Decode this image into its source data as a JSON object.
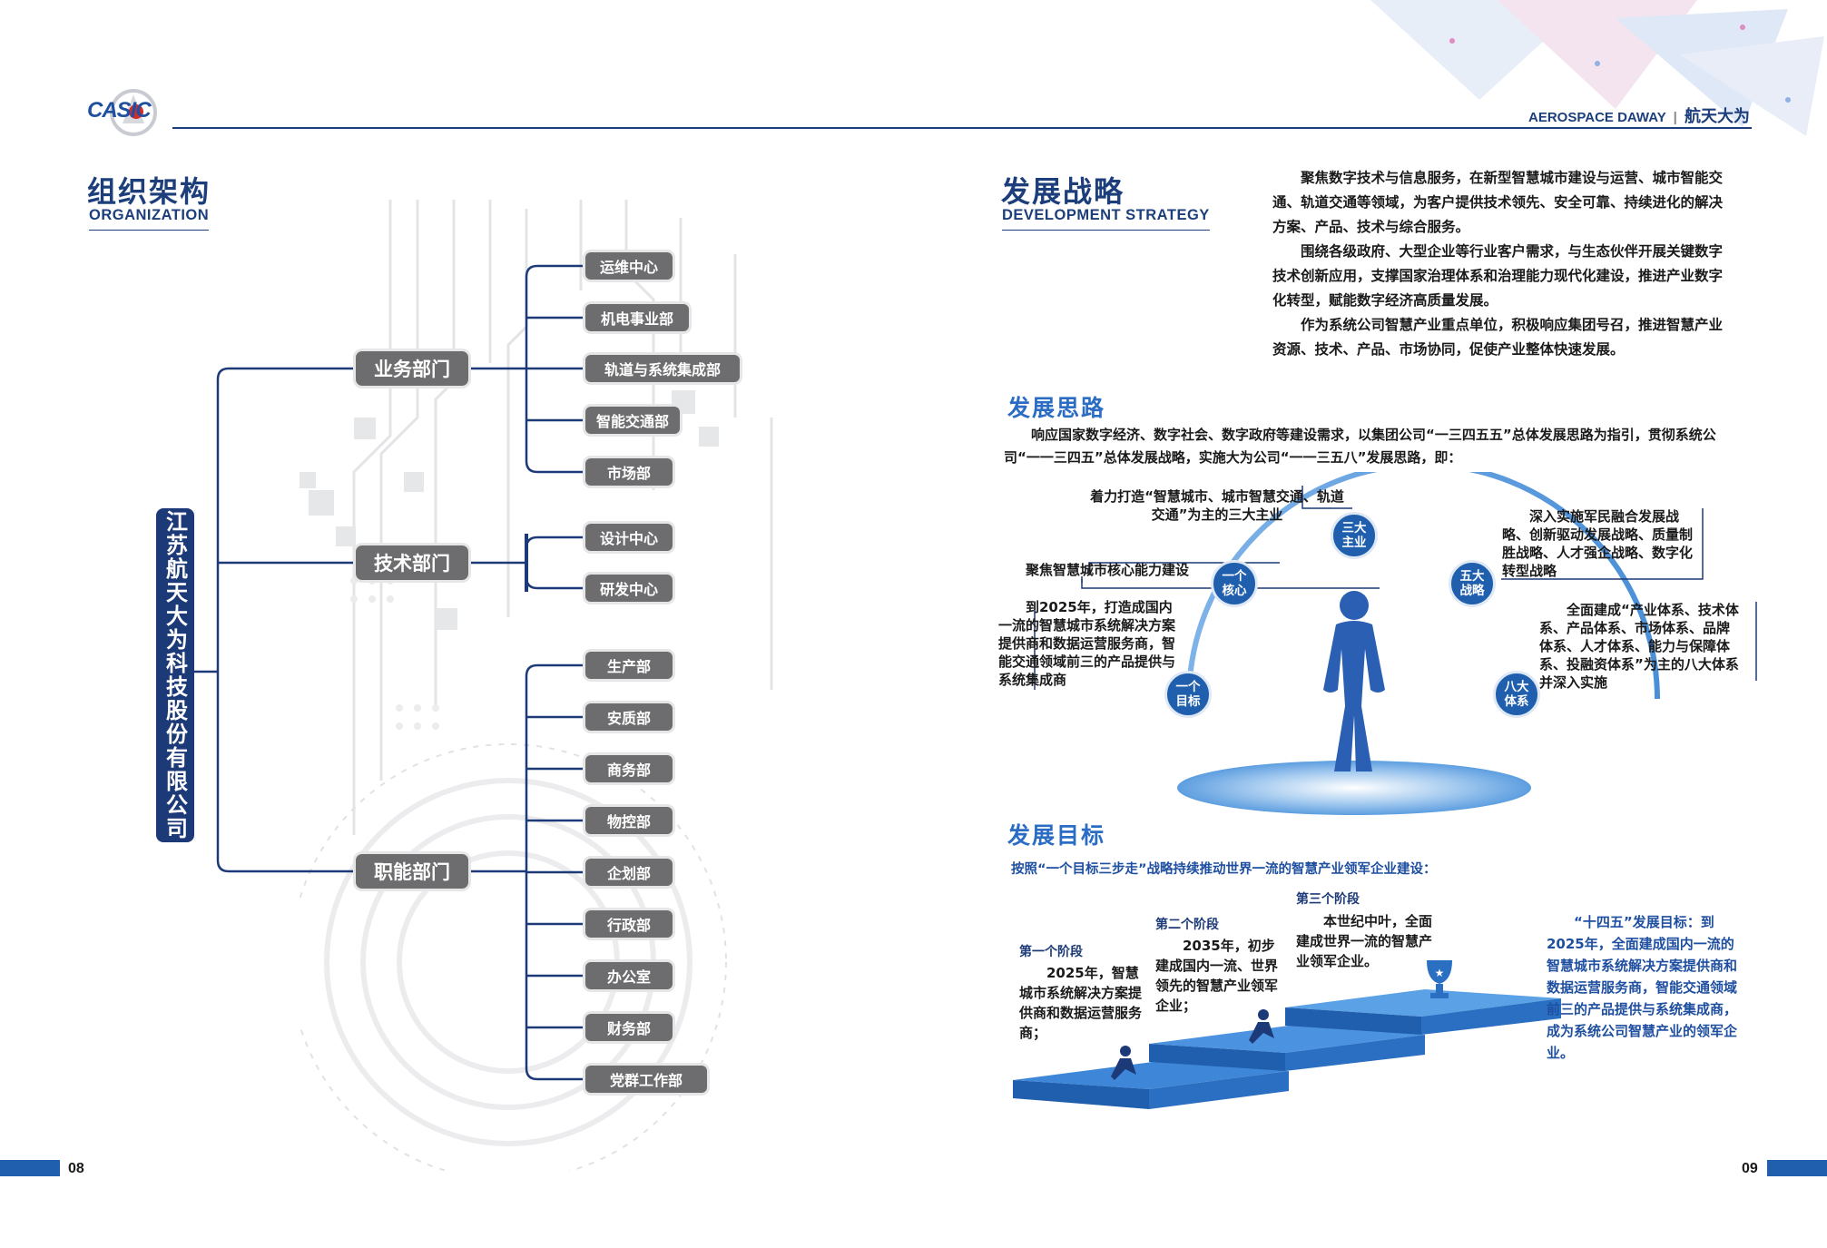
{
  "header": {
    "logo_text": "CASIC",
    "brand_en": "AEROSPACE DAWAY",
    "brand_cn": "航天大为"
  },
  "organization": {
    "title_cn": "组织架构",
    "title_en": "ORGANIZATION",
    "company": "江苏航天大为科技股份有限公司",
    "departments": [
      {
        "label": "业务部门",
        "children": [
          "运维中心",
          "机电事业部",
          "轨道与系统集成部",
          "智能交通部",
          "市场部"
        ]
      },
      {
        "label": "技术部门",
        "children": [
          "设计中心",
          "研发中心"
        ]
      },
      {
        "label": "职能部门",
        "children": [
          "生产部",
          "安质部",
          "商务部",
          "物控部",
          "企划部",
          "行政部",
          "办公室",
          "财务部",
          "党群工作部"
        ]
      }
    ]
  },
  "strategy": {
    "title_cn": "发展战略",
    "title_en": "DEVELOPMENT STRATEGY",
    "paragraphs": [
      "聚焦数字技术与信息服务，在新型智慧城市建设与运营、城市智能交通、轨道交通等领域，为客户提供技术领先、安全可靠、持续进化的解决方案、产品、技术与综合服务。",
      "围绕各级政府、大型企业等行业客户需求，与生态伙伴开展关键数字技术创新应用，支撑国家治理体系和治理能力现代化建设，推进产业数字化转型，赋能数字经济高质量发展。",
      "作为系统公司智慧产业重点单位，积极响应集团号召，推进智慧产业资源、技术、产品、市场协同，促使产业整体快速发展。"
    ]
  },
  "approach": {
    "title": "发展思路",
    "intro": "响应国家数字经济、数字社会、数字政府等建设需求，以集团公司“一三四五五”总体发展思路为指引，贯彻系统公司“一一三四五”总体发展战略，实施大为公司“一一三五八”发展思路，即：",
    "nodes": [
      {
        "label": "一个\n目标",
        "text": "到2025年，打造成国内一流的智慧城市系统解决方案提供商和数据运营服务商，智能交通领域前三的产品提供与系统集成商"
      },
      {
        "label": "一个\n核心",
        "text": "聚焦智慧城市核心能力建设"
      },
      {
        "label": "三大\n主业",
        "text": "着力打造“智慧城市、城市智慧交通、轨道交通”为主的三大主业"
      },
      {
        "label": "五大\n战略",
        "text": "深入实施军民融合发展战略、创新驱动发展战略、质量制胜战略、人才强企战略、数字化转型战略"
      },
      {
        "label": "八大\n体系",
        "text": "全面建成“产业体系、技术体系、产品体系、市场体系、品牌体系、人才体系、能力与保障体系、投融资体系”为主的八大体系并深入实施"
      }
    ]
  },
  "goals": {
    "title": "发展目标",
    "intro": "按照“一个目标三步走”战略持续推动世界一流的智慧产业领军企业建设：",
    "stages": [
      {
        "title": "第一个阶段",
        "text": "2025年，智慧城市系统解决方案提供商和数据运营服务商；"
      },
      {
        "title": "第二个阶段",
        "text": "2035年，初步建成国内一流、世界领先的智慧产业领军企业；"
      },
      {
        "title": "第三个阶段",
        "text": "本世纪中叶，全面建成世界一流的智慧产业领军企业。"
      }
    ],
    "fourteenth": "“十四五”发展目标：到2025年，全面建成国内一流的智慧城市系统解决方案提供商和数据运营服务商，智能交通领域前三的产品提供与系统集成商，成为系统公司智慧产业的领军企业。"
  },
  "pages": {
    "left": "08",
    "right": "09"
  },
  "colors": {
    "navy": "#1c3a78",
    "blue": "#1f5fae",
    "gray_pill": "#6d6d6f"
  }
}
